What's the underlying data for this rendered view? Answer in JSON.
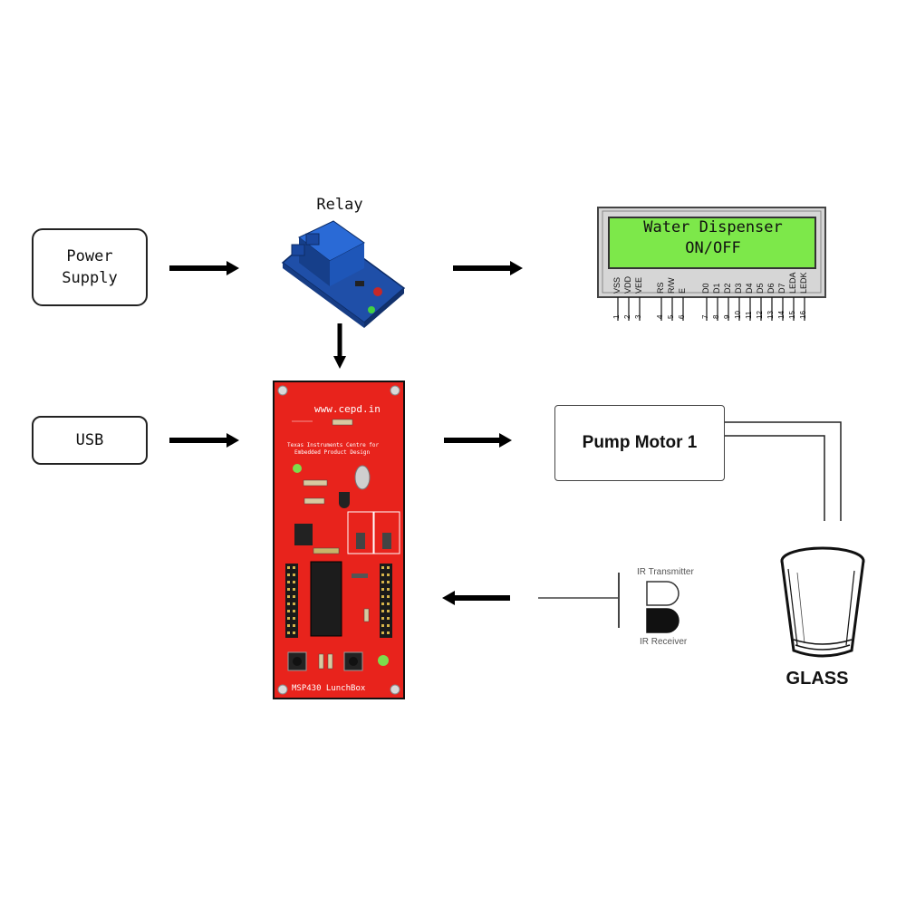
{
  "power_supply": {
    "line1": "Power",
    "line2": "Supply"
  },
  "usb": {
    "label": "USB"
  },
  "relay": {
    "label": "Relay"
  },
  "lcd": {
    "line1": "Water Dispenser",
    "line2": "ON/OFF",
    "screen_color": "#7de84a",
    "pins": [
      {
        "name": "VSS",
        "num": "1"
      },
      {
        "name": "VDD",
        "num": "2"
      },
      {
        "name": "VEE",
        "num": "3"
      },
      {
        "name": "RS",
        "num": "4"
      },
      {
        "name": "R/W",
        "num": "5"
      },
      {
        "name": "E",
        "num": "6"
      },
      {
        "name": "D0",
        "num": "7"
      },
      {
        "name": "D1",
        "num": "8"
      },
      {
        "name": "D2",
        "num": "9"
      },
      {
        "name": "D3",
        "num": "10"
      },
      {
        "name": "D4",
        "num": "11"
      },
      {
        "name": "D5",
        "num": "12"
      },
      {
        "name": "D6",
        "num": "13"
      },
      {
        "name": "D7",
        "num": "14"
      },
      {
        "name": "LEDA",
        "num": "15"
      },
      {
        "name": "LEDK",
        "num": "16"
      }
    ]
  },
  "pump": {
    "label": "Pump Motor 1"
  },
  "board": {
    "url": "www.cepd.in",
    "line1": "Texas Instruments Centre for",
    "line2": "Embedded Product Design",
    "name": "MSP430 LunchBox",
    "color": "#e8231c"
  },
  "ir": {
    "transmitter": "IR Transmitter",
    "receiver": "IR Receiver"
  },
  "glass": {
    "label": "GLASS"
  }
}
